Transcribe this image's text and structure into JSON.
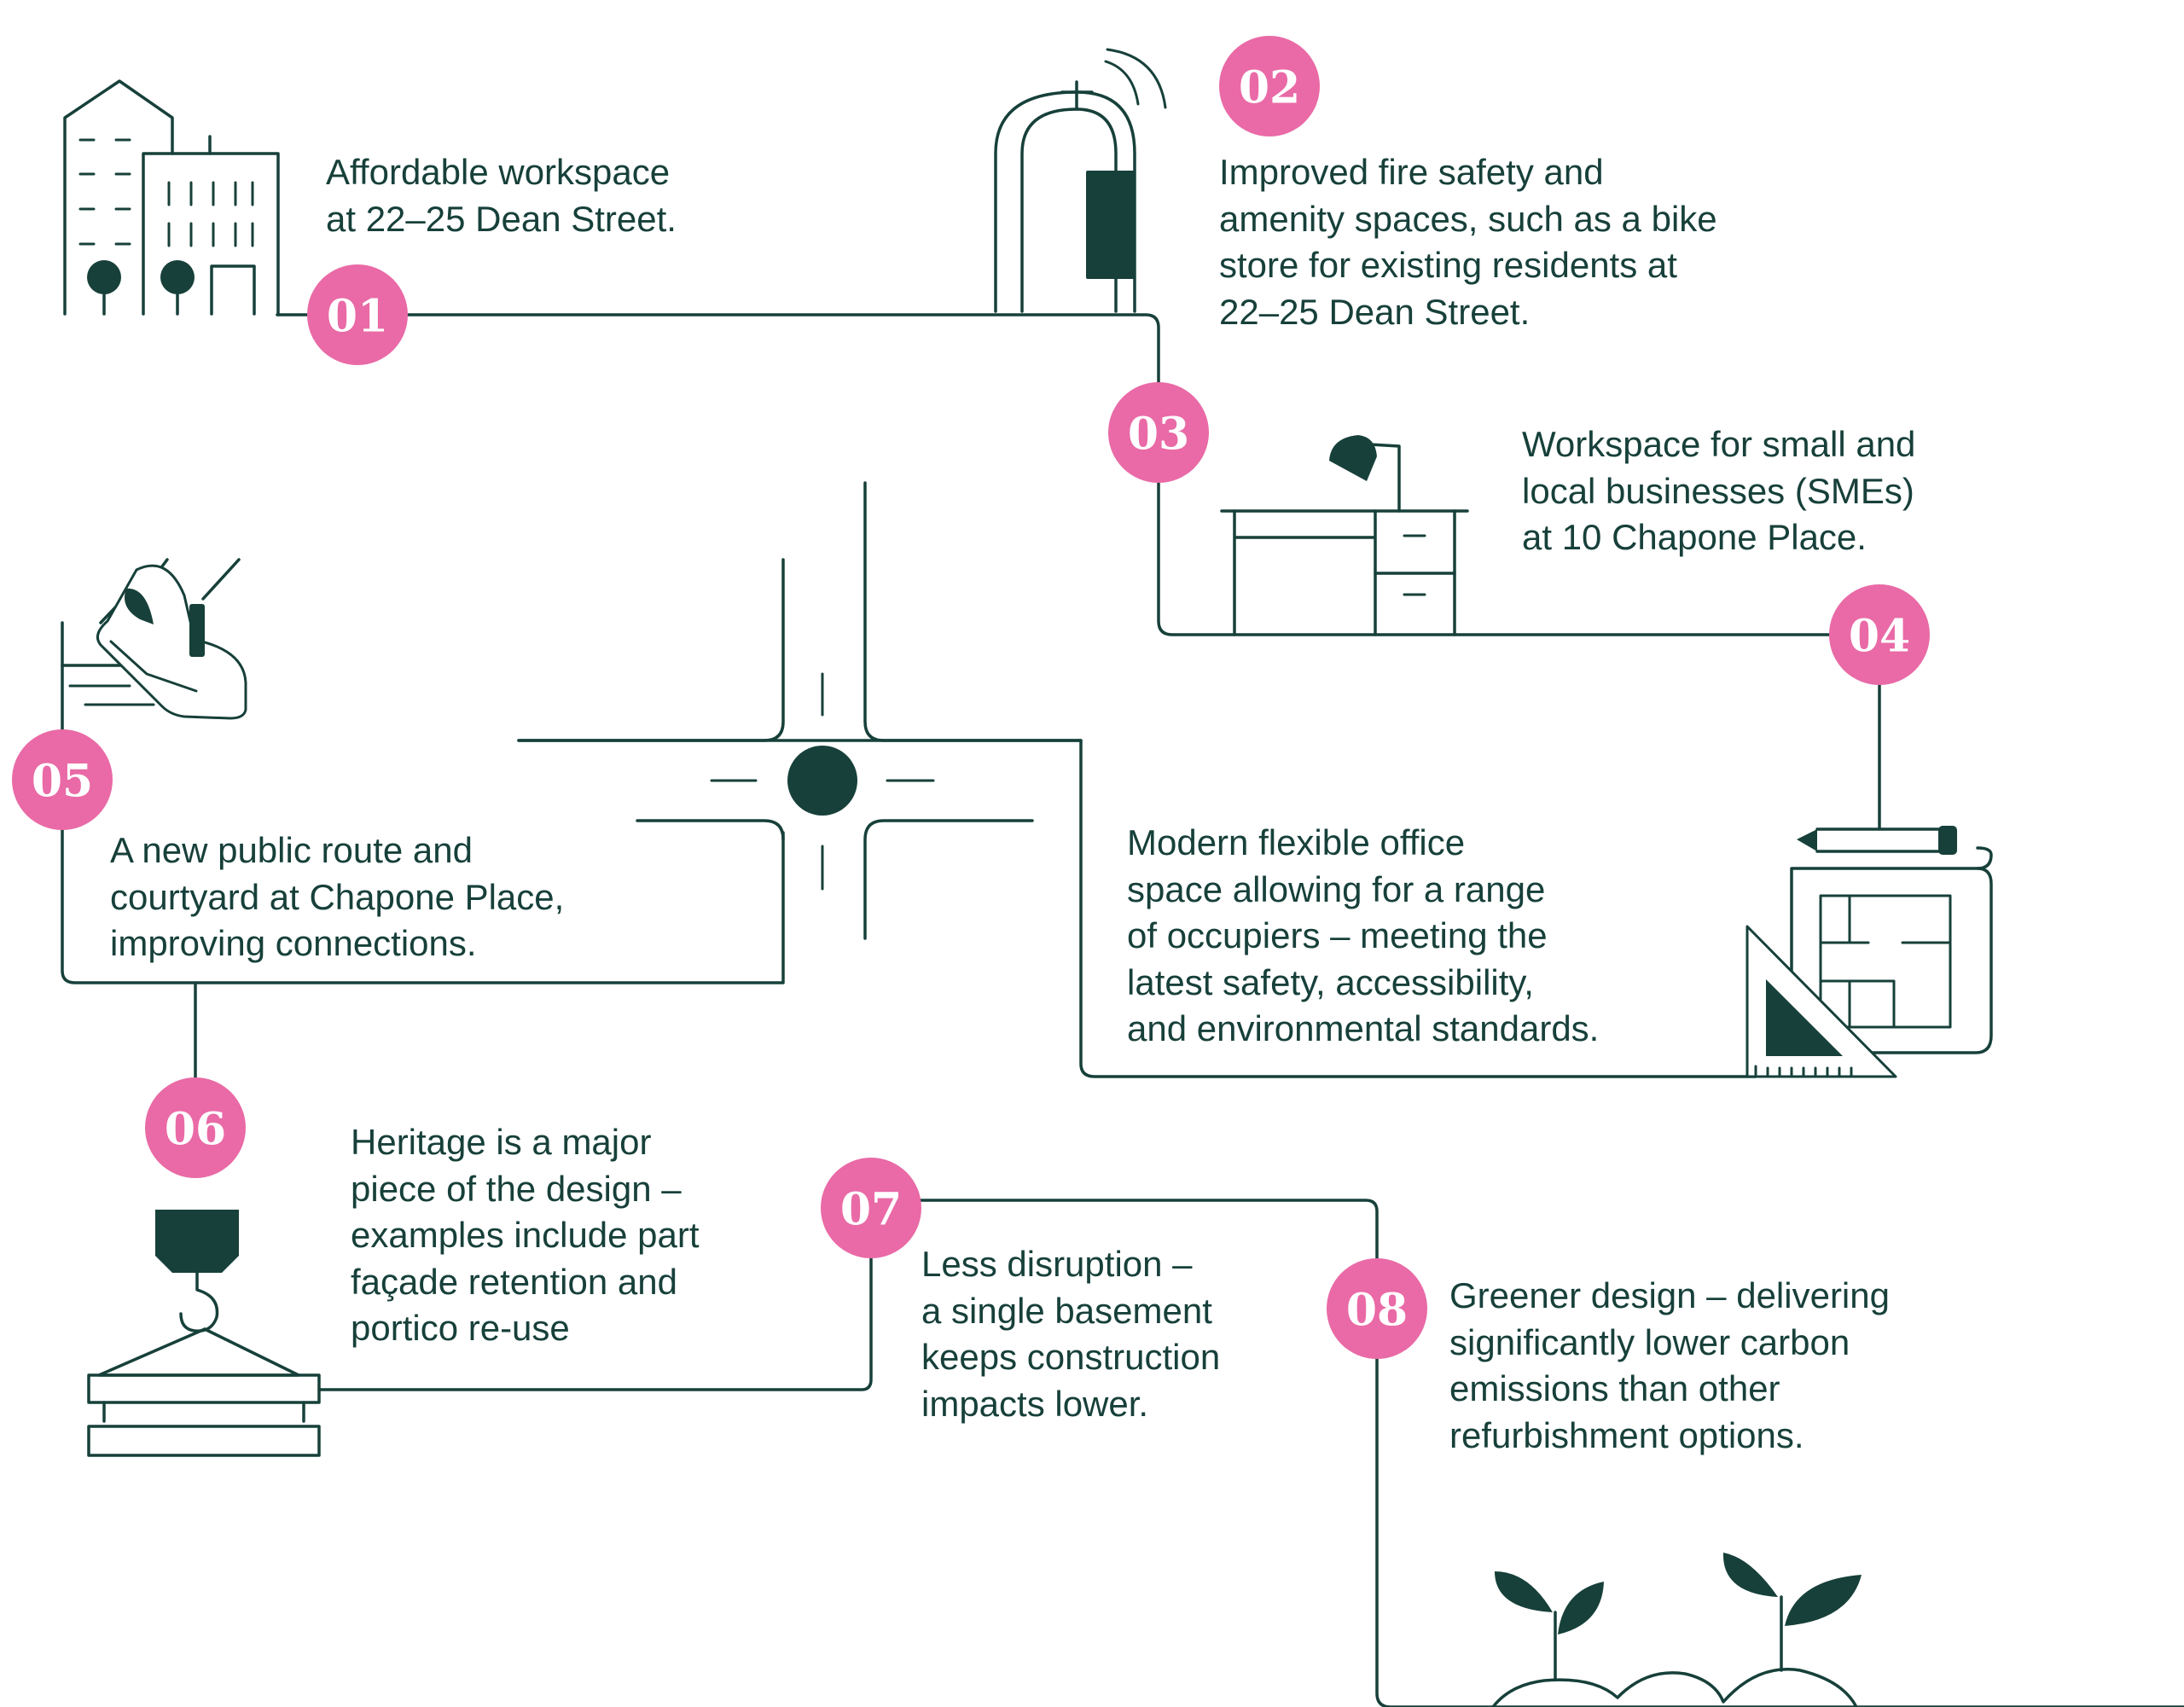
{
  "colors": {
    "ink": "#17403a",
    "accent_pink": "#e96aa6",
    "background": "#ffffff"
  },
  "steps": [
    {
      "number": "01",
      "icon": "buildings-icon",
      "text": "Affordable workspace\nat 22–25 Dean Street."
    },
    {
      "number": "02",
      "icon": "fire-extinguisher-icon",
      "text": "Improved fire safety and\namenity spaces, such as a bike\nstore for existing residents at\n22–25 Dean Street."
    },
    {
      "number": "03",
      "icon": "desk-lamp-icon",
      "text": "Workspace for small and\nlocal businesses (SMEs)\nat 10 Chapone Place."
    },
    {
      "number": "04",
      "icon": "blueprint-icon",
      "text": "Modern flexible office\nspace allowing for a range\nof occupiers – meeting the\nlatest safety, accessibility,\nand environmental standards."
    },
    {
      "number": "05",
      "icon": "walking-shoe-icon",
      "text": "A new public route and\ncourtyard at Chapone Place,\nimproving connections."
    },
    {
      "number": "06",
      "icon": "crane-hook-icon",
      "text": "Heritage is a major\npiece of the design –\nexamples include part\nfaçade retention and\nportico re-use"
    },
    {
      "number": "07",
      "icon": "",
      "text": "Less disruption –\na single basement\nkeeps construction\nimpacts lower."
    },
    {
      "number": "08",
      "icon": "sprouting-plants-icon",
      "text": "Greener design – delivering\nsignificantly lower carbon\nemissions than other\nrefurbishment options."
    }
  ]
}
